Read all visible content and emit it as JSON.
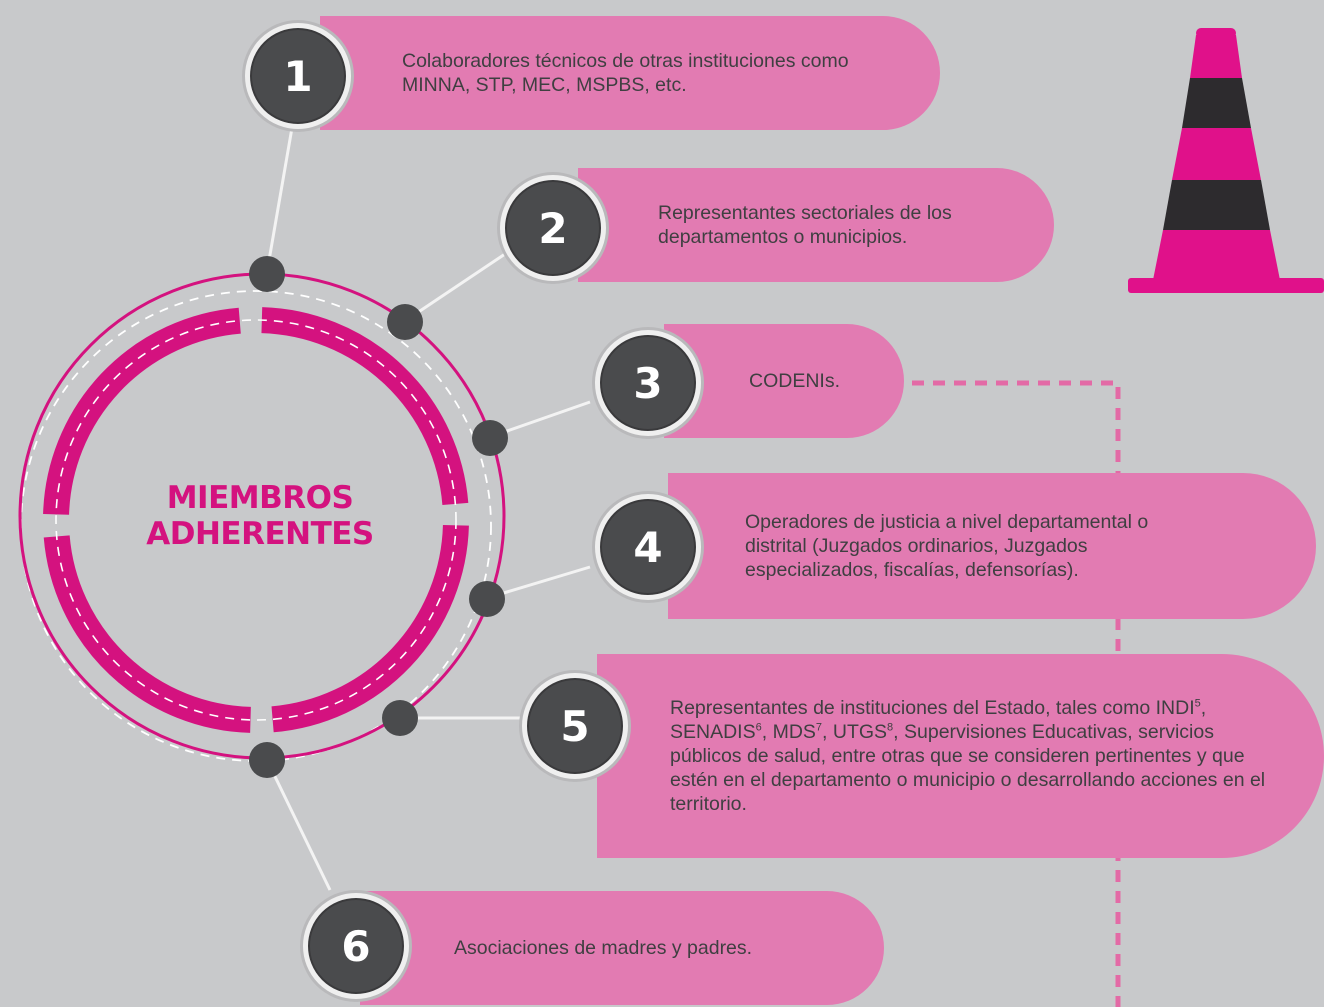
{
  "center": {
    "line1": "MIEMBROS",
    "line2": "ADHERENTES"
  },
  "items": [
    {
      "number": "1",
      "text": "Colaboradores técnicos de otras instituciones como MINNA, STP, MEC, MSPBS, etc."
    },
    {
      "number": "2",
      "text": "Representantes sectoriales de los departamentos o municipios."
    },
    {
      "number": "3",
      "text": "CODENIs."
    },
    {
      "number": "4",
      "text": "Operadores de justicia a nivel departamental o distrital (Juzgados ordinarios, Juzgados especializados, fiscalías, defensorías)."
    },
    {
      "number": "5",
      "text": "Representantes de instituciones del Estado, tales como INDI⁵, SENADIS⁶, MDS⁷, UTGS⁸, Supervisiones Educativas, servicios públicos de salud, entre otras que se consideren pertinentes y que estén en el departamento o municipio o desarrollando acciones en el territorio."
    },
    {
      "number": "6",
      "text": "Asociaciones de madres y padres."
    }
  ],
  "colors": {
    "background": "#c8c9cb",
    "pill": "#e27bb2",
    "magenta": "#d4127f",
    "badge": "#4a4b4d",
    "cone_stripe": "#2d2b2e",
    "connector": "#f3f3f3"
  },
  "icons": {
    "decoration": "traffic-cone-icon"
  }
}
